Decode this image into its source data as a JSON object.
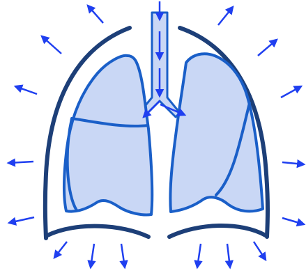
{
  "diagram": {
    "subject": "lungs-with-chest-wall",
    "colors": {
      "chest_wall": "#1d3f78",
      "lung_outline": "#1a5fc8",
      "lung_fill": "#c9d7f5",
      "airway_fill": "#c9d7f5",
      "airflow_arrow": "#1f3ff0",
      "expansion_arrow": "#1f3ff0"
    },
    "icons": {
      "airflow": "arrow-down-icon",
      "expansion": "arrow-outward-icon"
    },
    "airflow_direction": "into-lungs",
    "chest_expansion_direction": "outward"
  }
}
